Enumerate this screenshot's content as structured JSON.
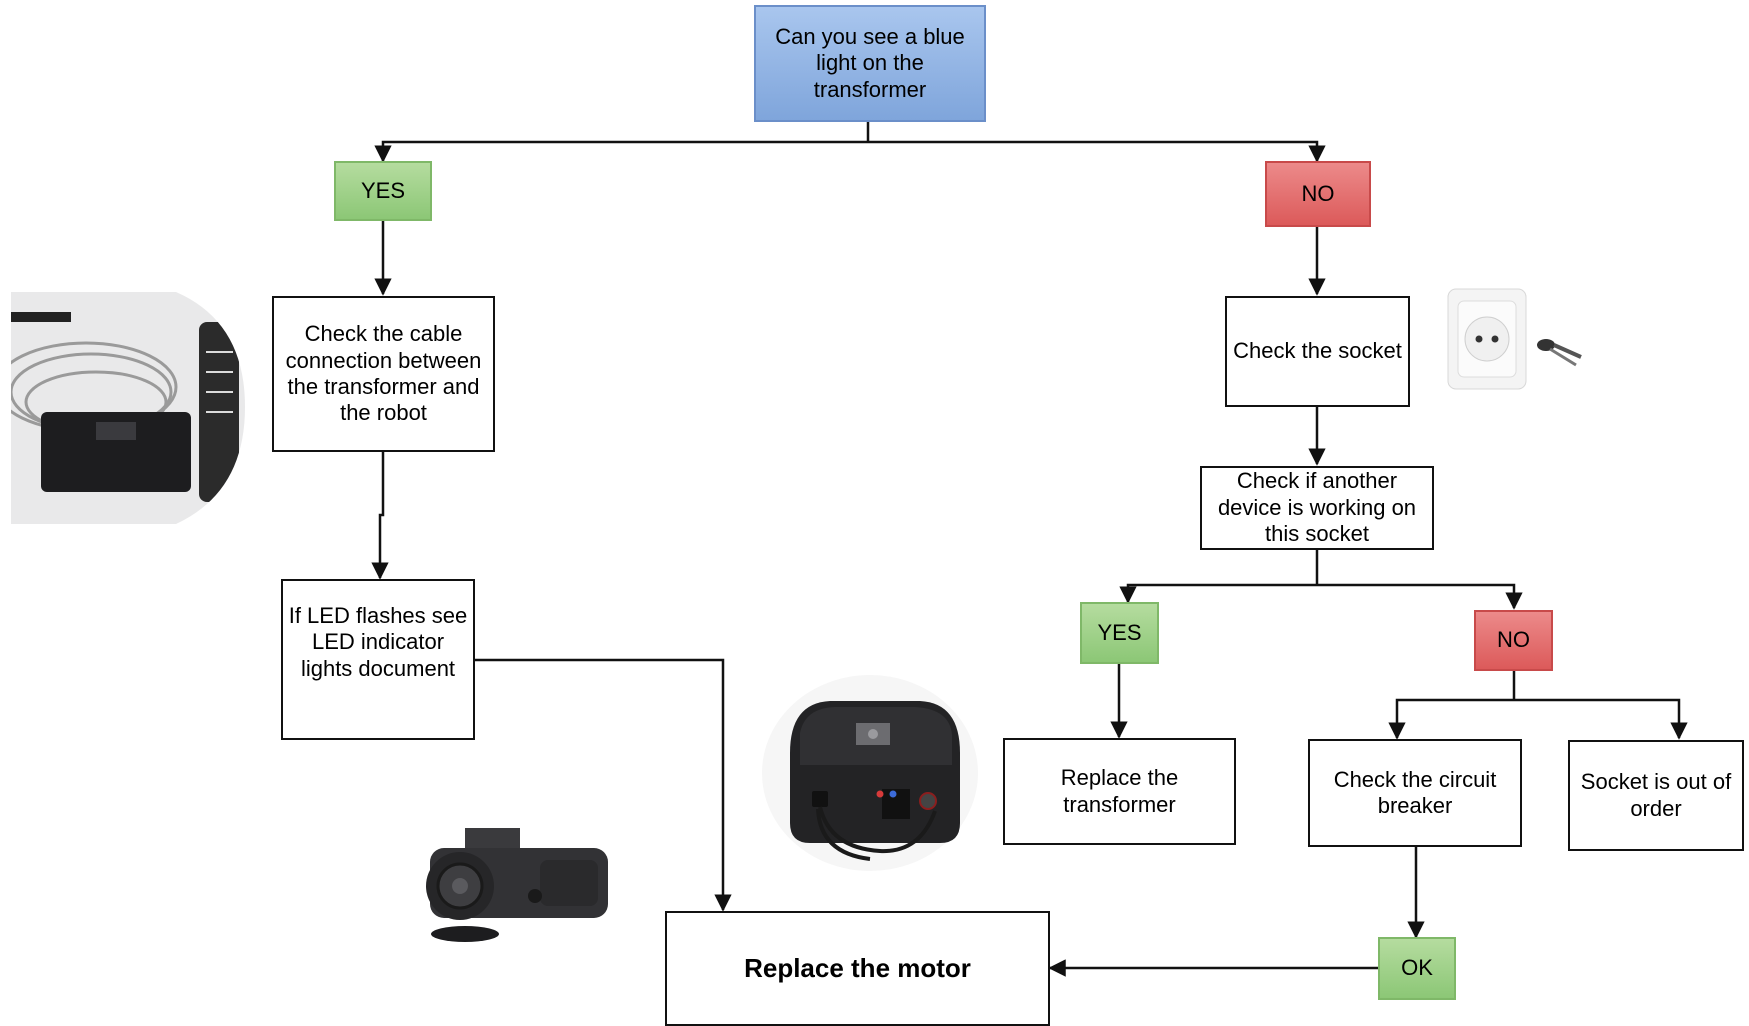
{
  "nodes": {
    "question": "Can you see a blue light on the transformer",
    "yes_left": "YES",
    "no_right": "NO",
    "check_cable": "Check the cable connection between the transformer and the robot",
    "led_flashes": "If LED flashes see LED indicator lights document",
    "check_socket": "Check the socket",
    "check_other_device": "Check if another device is working on this socket",
    "yes_device": "YES",
    "no_device": "NO",
    "replace_transformer": "Replace the transformer",
    "check_breaker": "Check the circuit breaker",
    "socket_out": "Socket is out of order",
    "ok": "OK",
    "replace_motor": "Replace the motor"
  },
  "colors": {
    "question_fill": "#8fb1e3",
    "yes_fill": "#9fd189",
    "no_fill": "#e46f6f",
    "line": "#111111"
  },
  "photos": [
    "cable-photo",
    "socket-photo",
    "transformer-photo",
    "motor-photo"
  ]
}
